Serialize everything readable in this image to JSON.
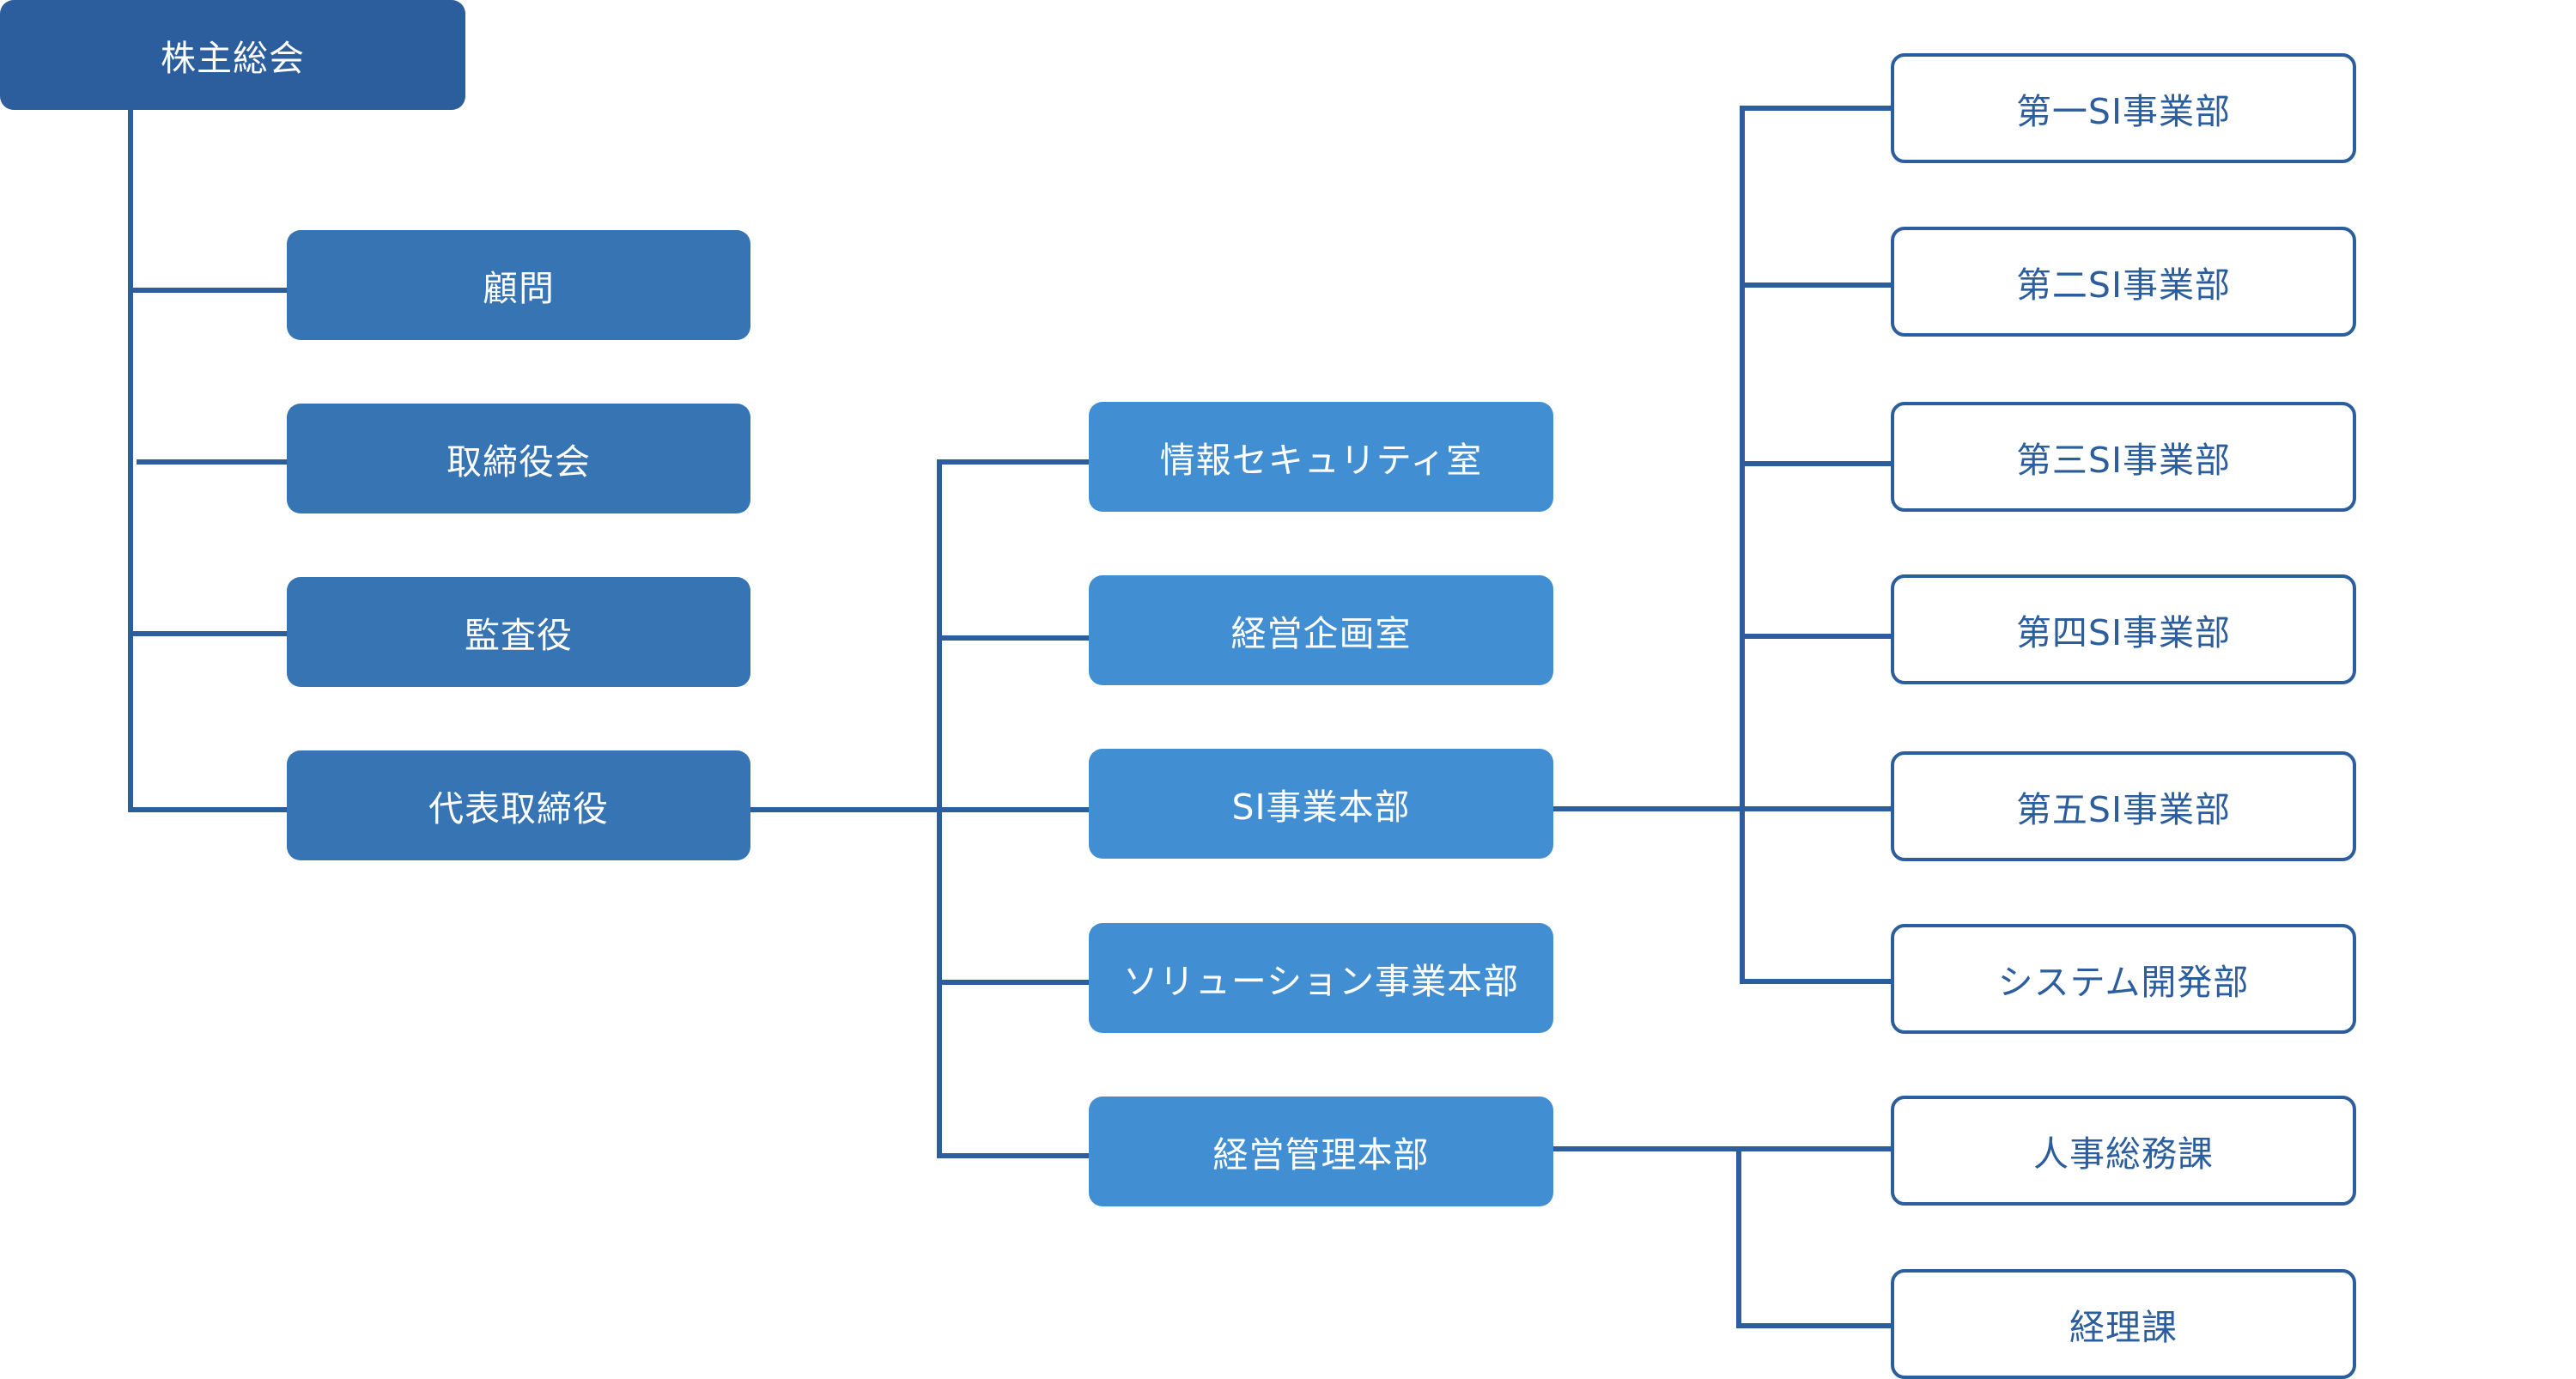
{
  "colors": {
    "line": "#2c5e9d",
    "level0_fill": "#2c5e9d",
    "level1_fill": "#3674b3",
    "level2_fill": "#428ed2",
    "level3_fill": "#ffffff",
    "level3_border": "#2c5e9d",
    "level3_text": "#2c5e9d"
  },
  "org": {
    "root": "株主総会",
    "board": [
      "顧問",
      "取締役会",
      "監査役",
      "代表取締役"
    ],
    "divisions": [
      "情報セキュリティ室",
      "経営企画室",
      "SI事業本部",
      "ソリューション事業本部",
      "経営管理本部"
    ],
    "si_departments": [
      "第一SI事業部",
      "第二SI事業部",
      "第三SI事業部",
      "第四SI事業部",
      "第五SI事業部",
      "システム開発部"
    ],
    "admin_sections": [
      "人事総務課",
      "経理課"
    ]
  }
}
